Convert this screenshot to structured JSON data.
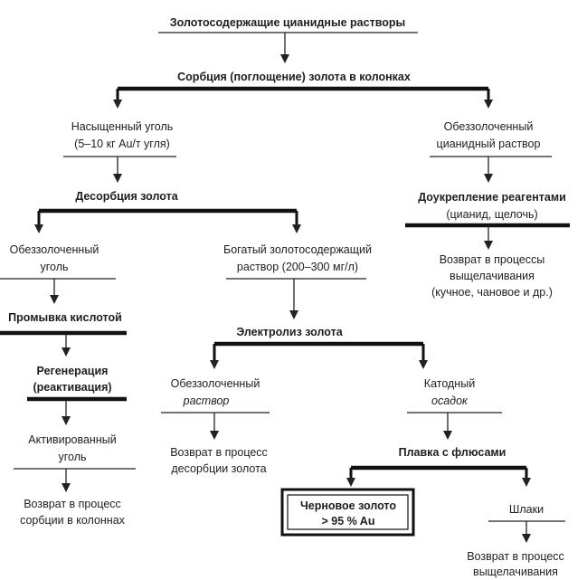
{
  "nodes": {
    "solutions": "Золотосодержащие цианидные растворы",
    "sorption": "Сорбция (поглощение) золота в колонках",
    "saturated_1": "Насыщенный уголь",
    "saturated_2": "(5–10 кг Au/т угля)",
    "barren_sol_1": "Обеззолоченный",
    "barren_sol_2": "цианидный раствор",
    "desorption": "Десорбция золота",
    "reinforce_1": "Доукрепление реагентами",
    "reinforce_2": "(цианид, щелочь)",
    "barren_coal_1": "Обеззолоченный",
    "barren_coal_2": "уголь",
    "rich_1": "Богатый золотосодержащий",
    "rich_2": "раствор (200–300 мг/л)",
    "return_leach_1": "Возврат в процессы",
    "return_leach_2": "выщелачивания",
    "return_leach_3": "(кучное, чановое и др.)",
    "acid": "Промывка кислотой",
    "electrolysis": "Электролиз золота",
    "regen_1": "Регенерация",
    "regen_2": "(реактивация)",
    "electro_barren_1": "Обеззолоченный",
    "electro_barren_2": "раствор",
    "cathode_1": "Катодный",
    "cathode_2": "осадок",
    "activated_1": "Активированный",
    "activated_2": "уголь",
    "return_desorp_1": "Возврат в процесс",
    "return_desorp_2": "десорбции золота",
    "smelting": "Плавка с флюсами",
    "return_sorp_1": "Возврат в процесс",
    "return_sorp_2": "сорбции в колоннах",
    "crude_1": "Черновое золото",
    "crude_2": "> 95 % Au",
    "slag": "Шлаки",
    "return_slag_1": "Возврат в процесс",
    "return_slag_2": "выщелачивания"
  }
}
